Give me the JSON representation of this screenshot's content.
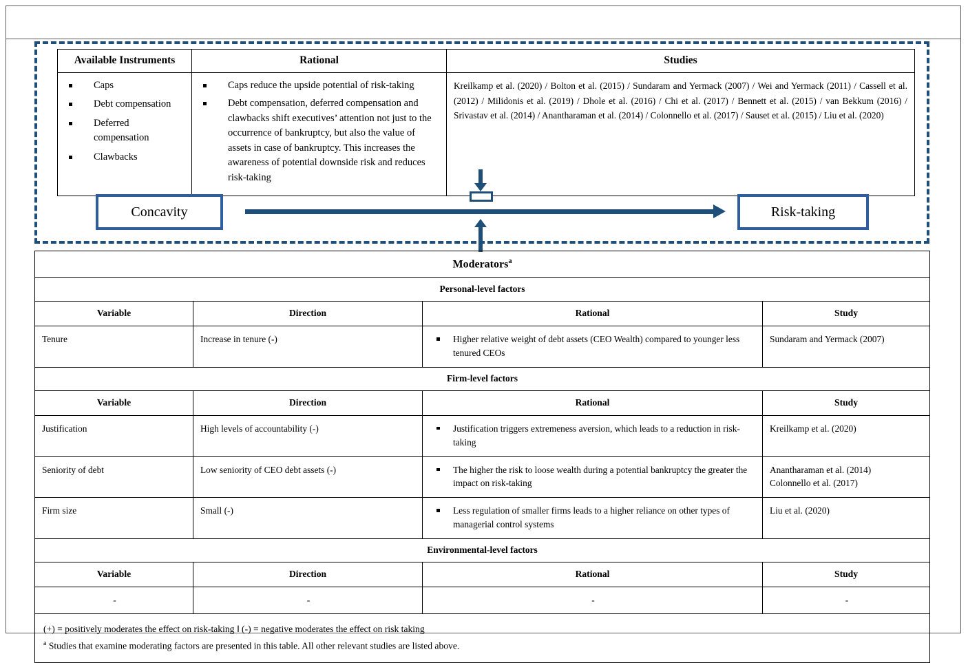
{
  "top_table": {
    "headers": [
      "Available Instruments",
      "Rational",
      "Studies"
    ],
    "instruments": [
      "Caps",
      "Debt compensation",
      "Deferred compensation",
      "Clawbacks"
    ],
    "rationals": [
      "Caps reduce the upside potential of risk-taking",
      "Debt compensation, deferred compensation and clawbacks shift executives’ attention not just to the occurrence of bankruptcy, but also the value of assets in case of bankruptcy. This increases the awareness of potential downside risk and reduces risk-taking"
    ],
    "studies": "Kreilkamp et al. (2020) / Bolton et al. (2015) / Sundaram and Yermack (2007) / Wei and Yermack (2011) / Cassell et al. (2012) / Milidonis et al. (2019)  / Dhole et al. (2016) / Chi et al. (2017) / Bennett et al. (2015) / van Bekkum (2016) / Srivastav et al. (2014) / Anantharaman et al. (2014) / Colonnello et al. (2017) / Sauset et al. (2015) / Liu et al. (2020)"
  },
  "model": {
    "antecedent": "Concavity",
    "outcome": "Risk-taking",
    "accent_color": "#1F4E79",
    "node_border_color": "#2E5E9E"
  },
  "moderators": {
    "title": "Moderators",
    "title_superscript": "a",
    "columns": [
      "Variable",
      "Direction",
      "Rational",
      "Study"
    ],
    "sections": [
      {
        "label": "Personal-level factors",
        "rows": [
          {
            "variable": "Tenure",
            "direction": "Increase in tenure (-)",
            "rational": "Higher relative weight of debt assets (CEO Wealth) compared to younger less tenured CEOs",
            "study": "Sundaram and Yermack (2007)",
            "study2": ""
          }
        ]
      },
      {
        "label": "Firm-level factors",
        "rows": [
          {
            "variable": "Justification",
            "direction": "High levels of accountability  (-)",
            "rational": "Justification triggers extremeness aversion, which leads to a reduction in risk-taking",
            "study": "Kreilkamp et al. (2020)",
            "study2": ""
          },
          {
            "variable": "Seniority of debt",
            "direction": "Low seniority of CEO debt assets (-)",
            "rational": "The higher the risk to loose wealth during a potential bankruptcy the greater the impact on risk-taking",
            "study": "Anantharaman et al. (2014)",
            "study2": "Colonnello et al. (2017)"
          },
          {
            "variable": "Firm size",
            "direction": "Small (-)",
            "rational": "Less regulation of smaller firms leads to a higher reliance on other types of managerial control systems",
            "study": "Liu et al. (2020)",
            "study2": ""
          }
        ]
      },
      {
        "label": "Environmental-level factors",
        "rows": [
          {
            "variable": "-",
            "direction": "-",
            "rational": "-",
            "study": "-",
            "study2": "",
            "placeholder": true
          }
        ]
      }
    ],
    "notes": {
      "legend": "(+) = positively moderates the effect on risk-taking ‖ (-) = negative moderates the effect on risk taking",
      "footnote_marker": "a",
      "footnote": " Studies that examine moderating factors are presented in this table. All other relevant studies are listed above."
    }
  }
}
